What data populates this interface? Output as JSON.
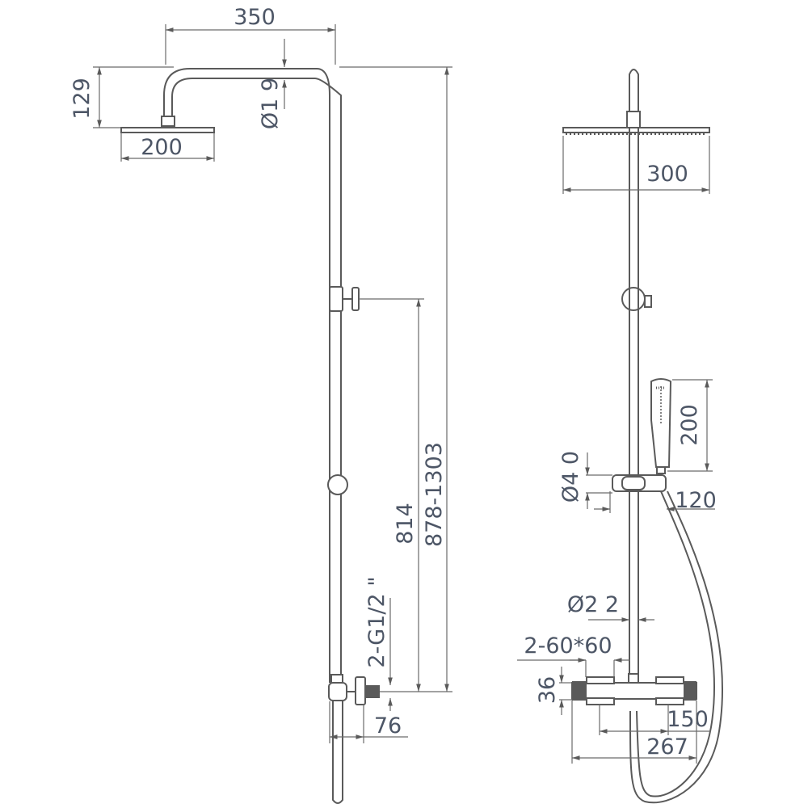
{
  "left_view": {
    "dim_arm_length": "350",
    "dim_head_height": "129",
    "dim_head_left_width": "200",
    "dim_pipe_diameter": "Ø1 9",
    "dim_total_height": "878-1303",
    "dim_bracket_height": "814",
    "dim_inlet_thread": "2-G1/2 \"",
    "dim_wall_offset": "76"
  },
  "right_view": {
    "dim_head_width": "300",
    "dim_hand_shower_length": "200",
    "dim_slider_diameter": "Ø4 0",
    "dim_slider_depth": "120",
    "dim_riser_diameter": "Ø2 2",
    "dim_flange": "2-60*60",
    "dim_mixer_height": "36",
    "dim_inlet_centers": "150",
    "dim_mixer_width": "267"
  }
}
